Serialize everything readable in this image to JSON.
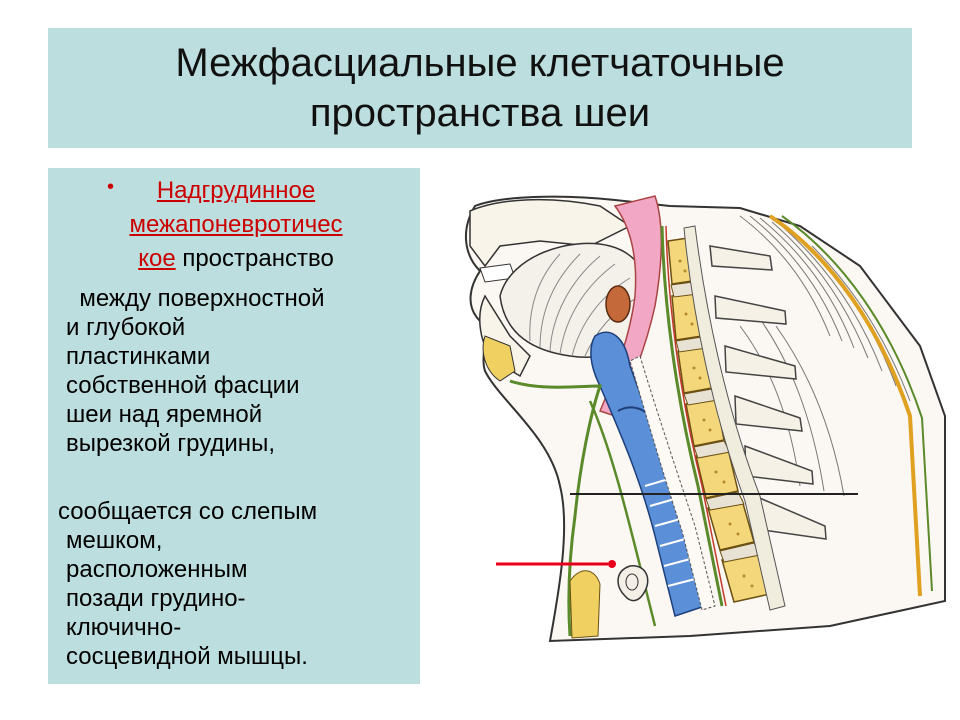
{
  "slide": {
    "title_lines": [
      "Межфасциальные клетчаточные",
      "пространства шеи"
    ]
  },
  "text": {
    "bullet": "•",
    "heading": {
      "link_line1": "Надгрудинное",
      "link_line2": "межапоневротичес",
      "link_line3": "кое",
      "rest": " пространство"
    },
    "paragraph1": [
      "  между поверхностной",
      "и глубокой",
      "пластинками",
      "собственной фасции",
      "шеи над яремной",
      "вырезкой грудины,"
    ],
    "paragraph2": [
      "сообщается со слепым",
      "мешком,",
      "расположенным",
      "позади грудино-",
      "ключично-",
      "сосцевидной мышцы."
    ]
  },
  "figure": {
    "pointer_color": "#e8001a",
    "fascia_color": "#5b8a2a",
    "vertebra_color": "#f3d77a",
    "airway_color": "#5b8fd8",
    "pharynx_color": "#f2a8c4"
  }
}
